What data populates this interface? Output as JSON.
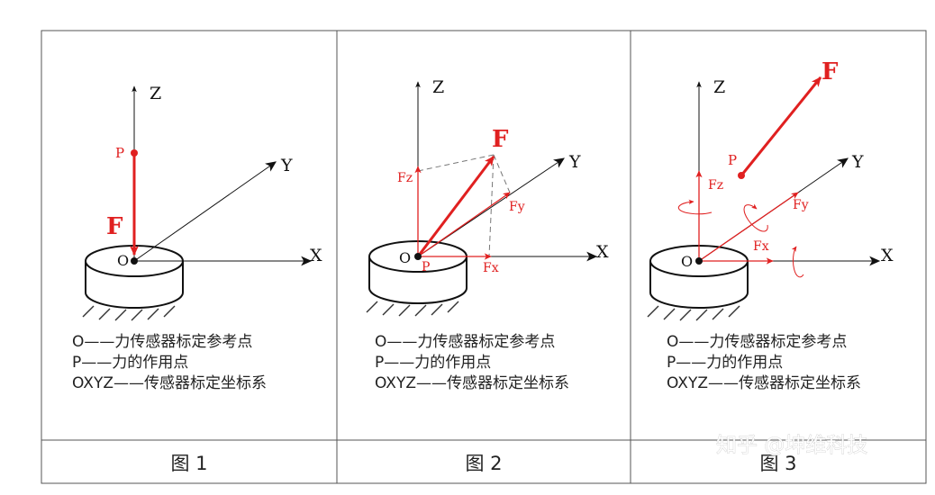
{
  "labels": {
    "x": "X",
    "y": "Y",
    "z": "Z",
    "o": "O",
    "p": "P",
    "f": "F",
    "fx": "Fx",
    "fy": "Fy",
    "fz": "Fz"
  },
  "legend": [
    "O——力传感器标定参考点",
    "P——力的作用点",
    "OXYZ——传感器标定坐标系"
  ],
  "panels": [
    {
      "caption": "图 1"
    },
    {
      "caption": "图 2"
    },
    {
      "caption": "图 3"
    }
  ],
  "watermark": "知乎 @坤维科技",
  "colors": {
    "force": "#e02020",
    "ink": "#111111",
    "frame": "#555555",
    "dash": "#777777"
  }
}
